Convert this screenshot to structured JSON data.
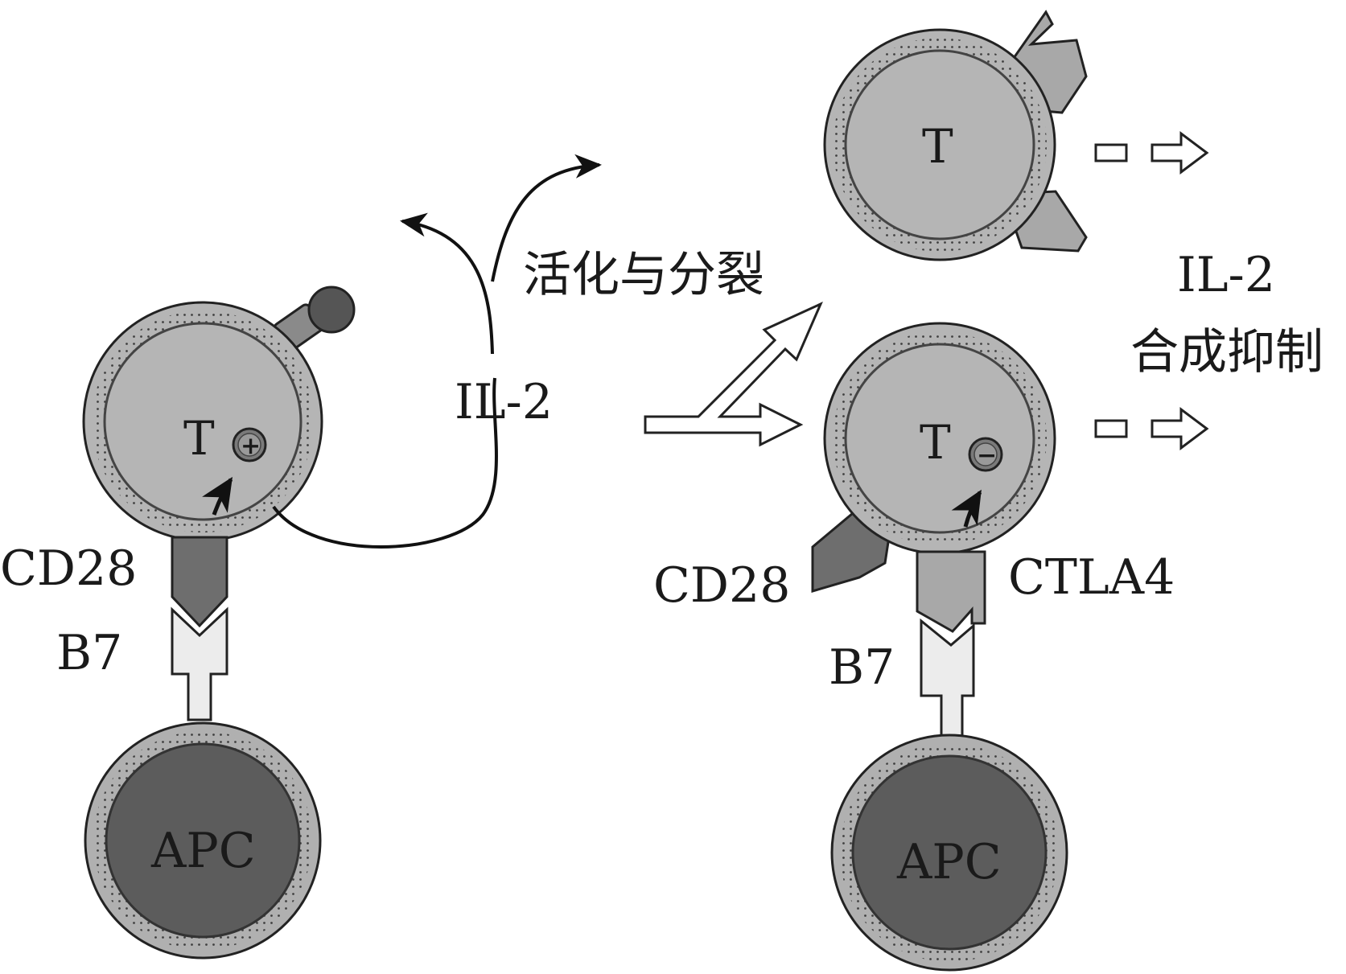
{
  "colors": {
    "cell_fill": "#b5b5b5",
    "cell_ring": "#9a9a9a",
    "apc_fill": "#5c5c5c",
    "cd28_fill": "#6e6e6e",
    "b7_fill": "#ececec",
    "ctla4_fill": "#a8a8a8",
    "outline": "#222222"
  },
  "left": {
    "t_cell_label": "T",
    "plus_sign": "+",
    "cd28_label": "CD28",
    "b7_label": "B7",
    "apc_label": "APC",
    "il2_label": "IL-2"
  },
  "center": {
    "activation_label": "活化与分裂"
  },
  "right": {
    "top_t_label": "T",
    "bottom_t_label": "T",
    "minus_sign": "−",
    "cd28_label": "CD28",
    "ctla4_label": "CTLA4",
    "b7_label": "B7",
    "apc_label": "APC",
    "il2_label": "IL-2",
    "inhibition_label": "合成抑制"
  }
}
